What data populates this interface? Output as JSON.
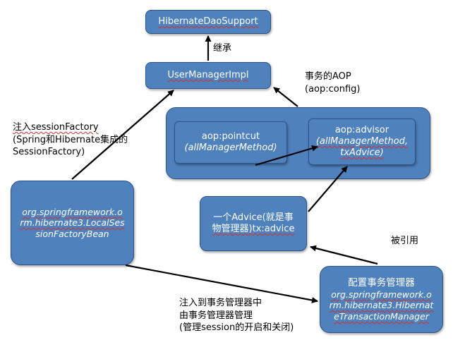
{
  "nodes": {
    "hibernate_dao_support": "HibernateDaoSupport",
    "user_manager_impl": "UserManagerImpl",
    "aop_config_group": "",
    "pointcut": {
      "line1": "aop:pointcut",
      "line2": "(allManagerMethod)"
    },
    "advisor": {
      "line1": "aop:advisor",
      "line2": "(allManagerMethod,",
      "line3": "txAdvice)"
    },
    "session_factory_bean": {
      "line1": "org.springframework.o",
      "line2": "rm.hibernate3.LocalSes",
      "line3": "sionFactoryBean"
    },
    "advice": {
      "line1": "一个Advice(就是事",
      "line2": "物管理器)tx:advice"
    },
    "transaction_manager": {
      "line1": "配置事务管理器",
      "line2": "org.springframework.o",
      "line3": "rm.hibernate3.Hibernat",
      "line4": "eTransactionManager"
    }
  },
  "labels": {
    "inherit": "继承",
    "transaction_aop": {
      "line1": "事务的AOP",
      "line2": "(aop:config)"
    },
    "inject_session_factory": {
      "line1": "注入sessionFactory",
      "line2": "(Spring和Hibernate集成的",
      "line3": "SessionFactory)"
    },
    "referenced": "被引用",
    "inject_tx_manager": {
      "line1": "注入到事务管理器中",
      "line2": "由事务管理器管理",
      "line3": "(管理session的开启和关闭)"
    }
  },
  "colors": {
    "node_fill": "#4f81bd",
    "node_border": "#2c5487",
    "arrow": "#000000",
    "underline": "#d03030"
  }
}
